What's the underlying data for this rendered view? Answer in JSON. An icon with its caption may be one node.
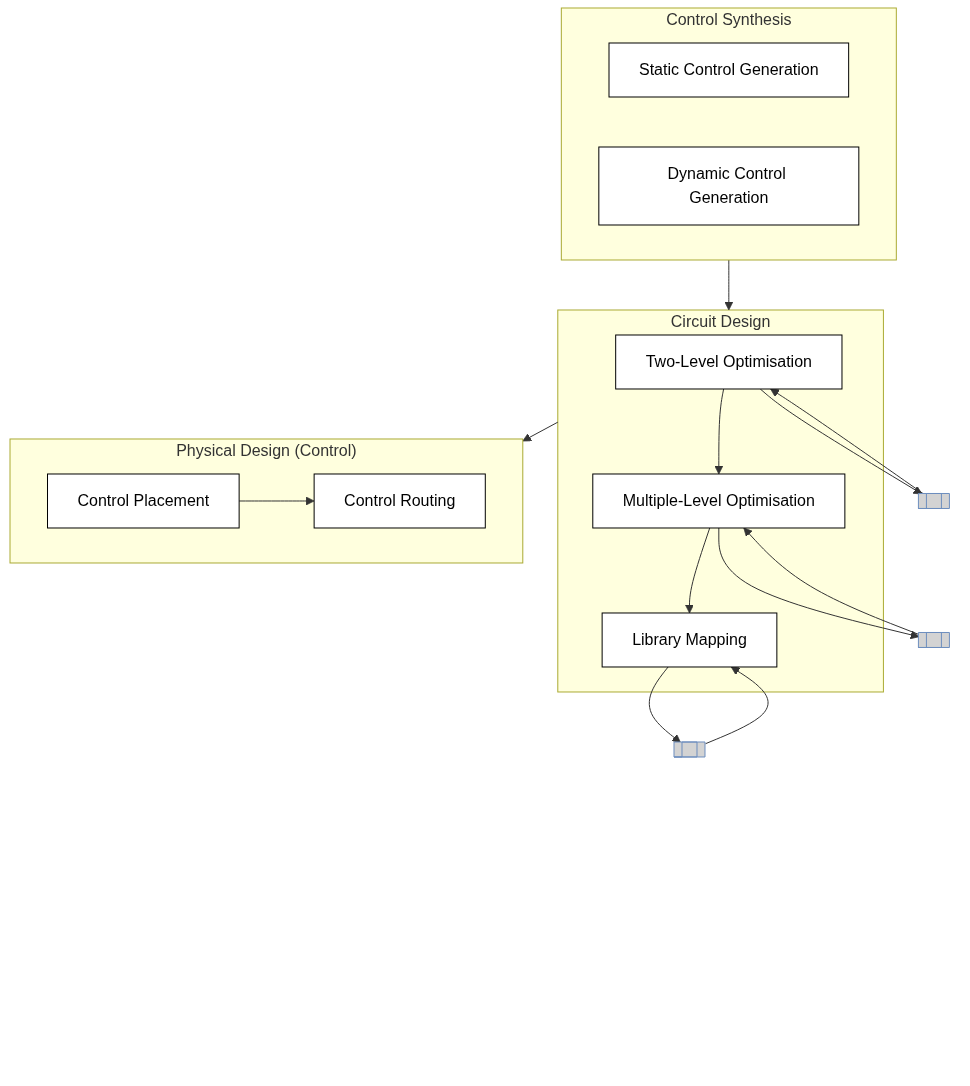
{
  "diagram": {
    "nodes": [
      {
        "text": [
          "Control Synthesis"
        ]
      },
      {
        "text": [
          "Static Control Generation"
        ],
        "in": 0
      },
      {
        "text": [
          "Dynamic Control Generation"
        ],
        "in": 0
      },
      {
        "text": [
          "Circuit Design"
        ]
      },
      {
        "text": [
          "Two-Level Optimisation"
        ],
        "in": 3
      },
      {
        "text": [
          "Multiple-Level Optimisation"
        ],
        "in": 3
      },
      {
        "text": [
          "Library Mapping"
        ],
        "in": 3
      },
      {
        "text": [
          "Physical Design (Control)"
        ]
      },
      {
        "text": [
          "Control Placement"
        ],
        "in": 7
      },
      {
        "text": [
          "Control Routing"
        ],
        "in": 7
      },
      {
        "text": [],
        "shape": "box"
      },
      {
        "text": [],
        "shape": "box"
      },
      {
        "text": [],
        "shape": "box"
      }
    ],
    "edges": [
      {
        "from": 0,
        "to": 3,
        "arrow": "to"
      },
      {
        "from": 3,
        "to": 7,
        "arrow": "to"
      },
      {
        "from": 4,
        "to": 5,
        "arrow": "to"
      },
      {
        "from": 5,
        "to": 6,
        "arrow": "to"
      },
      {
        "from": 8,
        "to": 9,
        "arrow": "to"
      },
      {
        "from": 4,
        "to": 10,
        "arrow": "to"
      },
      {
        "from": 10,
        "to": 4,
        "arrow": "to"
      },
      {
        "from": 5,
        "to": 11,
        "arrow": "to"
      },
      {
        "from": 11,
        "to": 5,
        "arrow": "to"
      },
      {
        "from": 6,
        "to": 12,
        "arrow": "to"
      },
      {
        "from": 12,
        "to": 6,
        "arrow": "to"
      }
    ]
  }
}
